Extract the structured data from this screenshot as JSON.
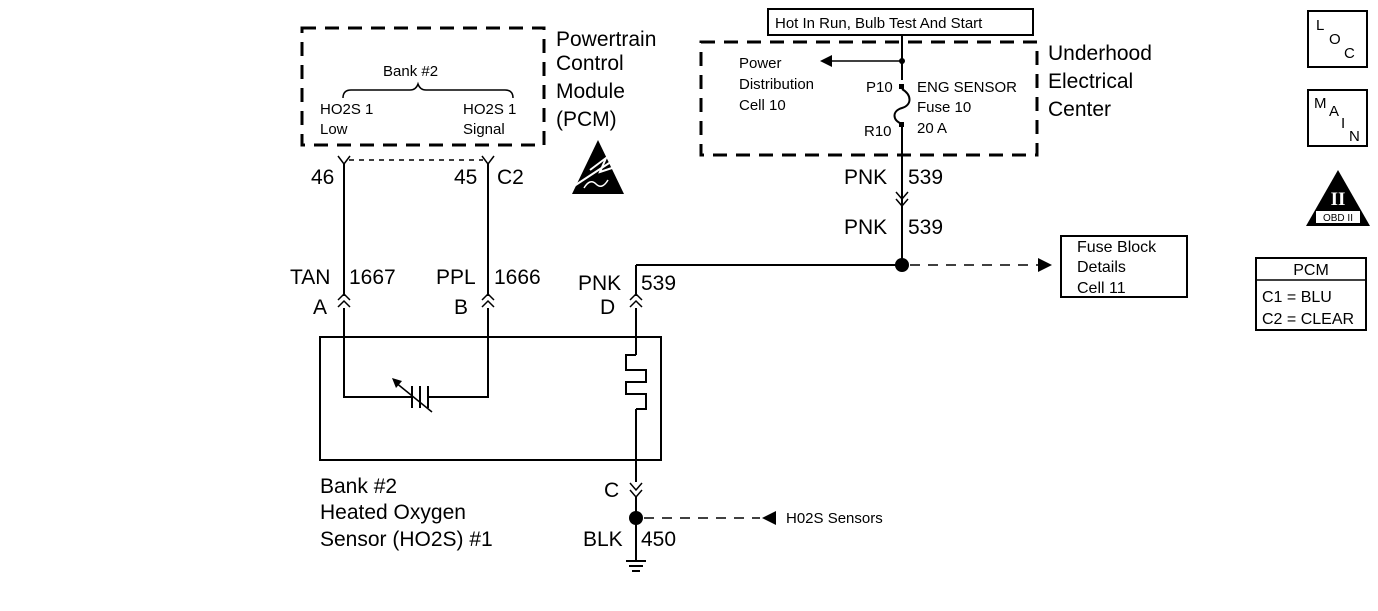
{
  "pcm": {
    "title_lines": [
      "Powertrain",
      "Control",
      "Module",
      "(PCM)"
    ],
    "bank_label": "Bank #2",
    "left_terminal_lines": [
      "HO2S 1",
      "Low"
    ],
    "right_terminal_lines": [
      "HO2S 1",
      "Signal"
    ],
    "pin_left": "46",
    "pin_right": "45",
    "connector_right": "C2"
  },
  "uec": {
    "condition_label": "Hot In Run, Bulb Test And Start",
    "title_lines": [
      "Underhood",
      "Electrical",
      "Center"
    ],
    "power_dist_lines": [
      "Power",
      "Distribution",
      "Cell 10"
    ],
    "fuse_in_pin": "P10",
    "fuse_out_pin": "R10",
    "fuse_lines": [
      "ENG SENSOR",
      "Fuse 10",
      "20 A"
    ]
  },
  "wires": {
    "pnk_upper": {
      "color": "PNK",
      "circuit": "539"
    },
    "pnk_middle": {
      "color": "PNK",
      "circuit": "539"
    },
    "tan": {
      "color": "TAN",
      "circuit": "1667",
      "pin": "A"
    },
    "ppl": {
      "color": "PPL",
      "circuit": "1666",
      "pin": "B"
    },
    "pnk_d": {
      "color": "PNK",
      "circuit": "539",
      "pin": "D"
    },
    "blk": {
      "color": "BLK",
      "circuit": "450",
      "pin": "C"
    }
  },
  "fuse_block_ref": {
    "lines": [
      "Fuse Block",
      "Details",
      "Cell 11"
    ]
  },
  "sensor": {
    "title_lines": [
      "Bank #2",
      "Heated Oxygen",
      "Sensor (HO2S) #1"
    ]
  },
  "ground_ref": {
    "label": "H02S Sensors"
  },
  "side_icons": {
    "loc": {
      "letters": [
        "L",
        "O",
        "C"
      ]
    },
    "main": {
      "letters": [
        "M",
        "A",
        "I",
        "N"
      ]
    },
    "obd": {
      "roman": "II",
      "label": "OBD II"
    }
  },
  "pcm_legend": {
    "title": "PCM",
    "rows": [
      "C1 = BLU",
      "C2 = CLEAR"
    ]
  }
}
